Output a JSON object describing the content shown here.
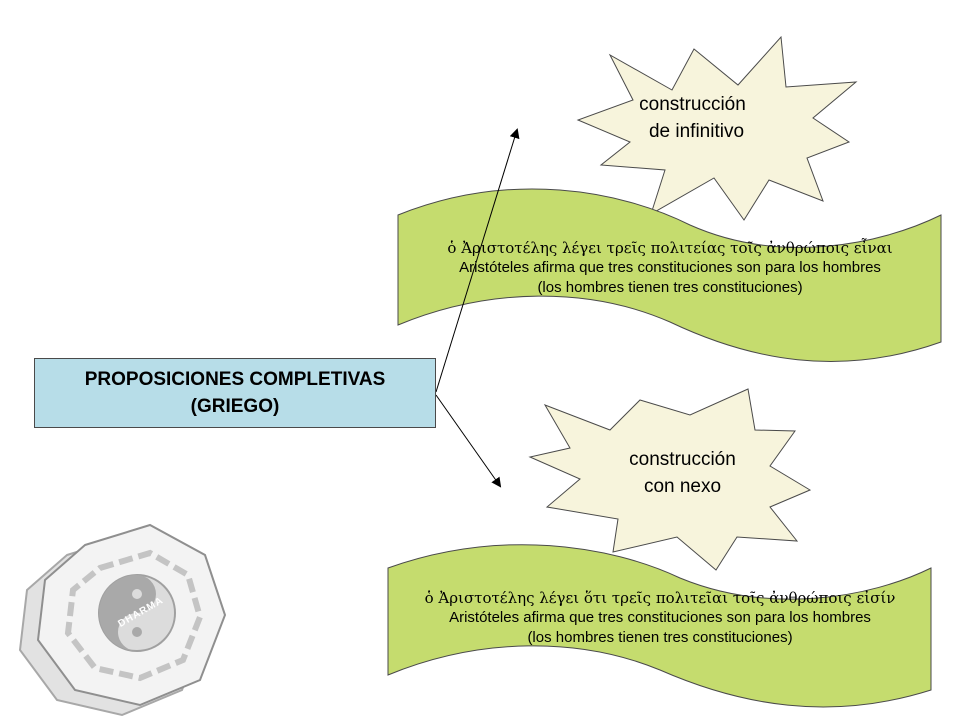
{
  "diagram": {
    "main": {
      "title_line1": "PROPOSICIONES COMPLETIVAS",
      "title_line2": "(GRIEGO)"
    },
    "branch_top": {
      "label_line1": "construcción",
      "label_line2": "de infinitivo",
      "greek": "ὁ Ἀριστοτέλης λέγει τρεῖς πολιτείας τοῖς ἀνθρώποις εἶναι",
      "translation": "Aristóteles afirma que tres constituciones son para los hombres",
      "paraphrase": "(los hombres tienen tres constituciones)"
    },
    "branch_bottom": {
      "label_line1": "construcción",
      "label_line2": "con nexo",
      "greek": "ὁ Ἀριστοτέλης λέγει ὅτι τρεῖς πολιτεῖαι τοῖς ἀνθρώποις εἰσίν",
      "translation": "Aristóteles afirma que tres constituciones son para los hombres",
      "paraphrase": "(los hombres tienen tres constituciones)"
    },
    "logo": {
      "text": "DHARMA",
      "icon": "dharma-logo-icon"
    },
    "colors": {
      "main_box": "#b7dde8",
      "burst_fill": "#f7f4dc",
      "banner_fill": "#c5dc6e",
      "outline": "#4a4a4a"
    }
  }
}
